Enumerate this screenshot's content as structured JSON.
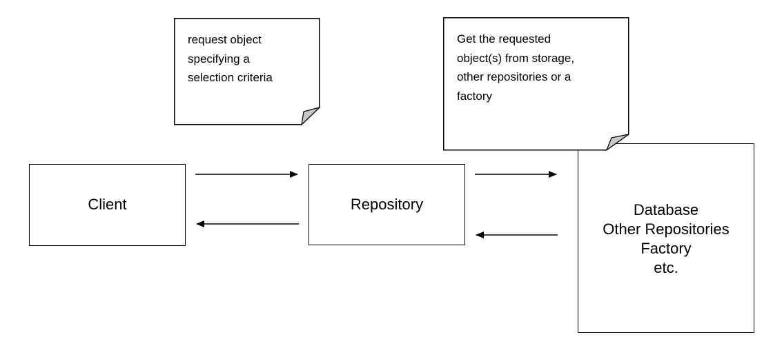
{
  "notes": {
    "request": [
      "request object",
      "specifying a",
      "selection criteria"
    ],
    "storage": [
      "Get the requested",
      "object(s) from storage,",
      "other repositories or a",
      "factory"
    ]
  },
  "boxes": {
    "client": "Client",
    "repository": "Repository",
    "storage": [
      "Database",
      "Other Repositories",
      "Factory",
      "etc."
    ]
  },
  "colors": {
    "stroke": "#000000",
    "fold": "#c8c8c8",
    "background": "#ffffff"
  }
}
